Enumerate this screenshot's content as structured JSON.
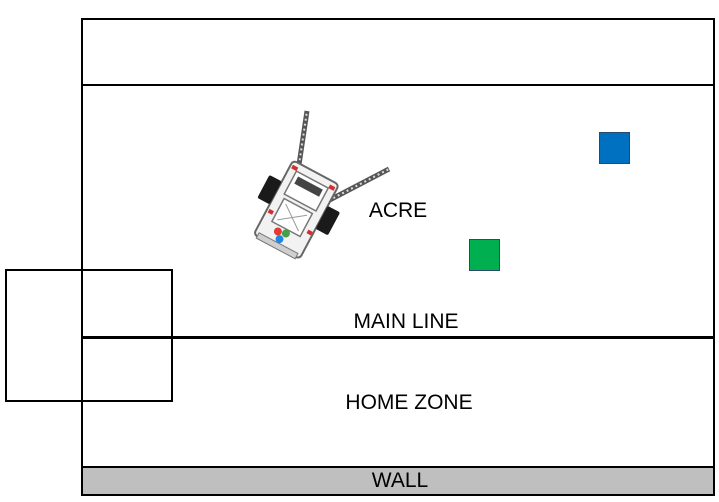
{
  "zones": {
    "acre_label": "ACRE",
    "main_line_label": "MAIN LINE",
    "home_zone_label": "HOME ZONE",
    "wall_label": "WALL"
  },
  "markers": {
    "blue_color": "#0070c0",
    "green_color": "#00b050"
  },
  "colors": {
    "wall_fill": "#bfbfbf",
    "line": "#000000"
  },
  "robot": {
    "icon": "robot-icon"
  }
}
